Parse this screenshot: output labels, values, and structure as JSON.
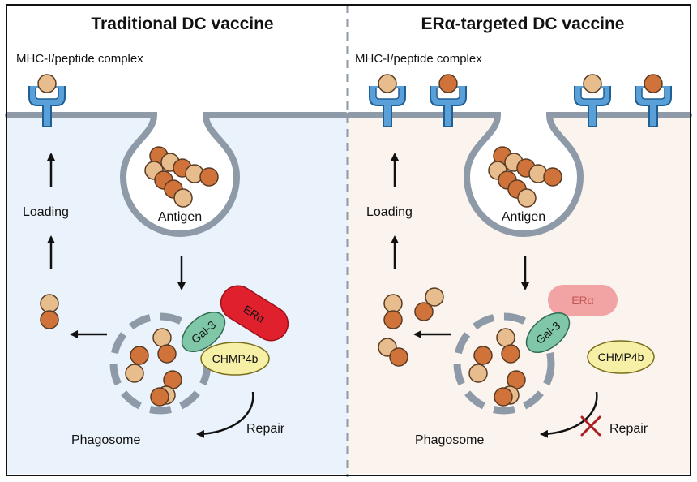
{
  "left_panel": {
    "title": "Traditional DC vaccine",
    "mhc_label": "MHC-I/peptide complex",
    "loading_label": "Loading",
    "antigen_label": "Antigen",
    "phagosome_label": "Phagosome",
    "repair_label": "Repair",
    "gal3_label": "Gal-3",
    "era_label": "ERα",
    "chmp_label": "CHMP4b"
  },
  "right_panel": {
    "title": "ERα-targeted DC vaccine",
    "mhc_label": "MHC-I/peptide complex",
    "loading_label": "Loading",
    "antigen_label": "Antigen",
    "phagosome_label": "Phagosome",
    "repair_label": "Repair",
    "gal3_label": "Gal-3",
    "era_label": "ERα",
    "chmp_label": "CHMP4b"
  },
  "colors": {
    "left_bg": "#eaf3fb",
    "right_bg": "#fbf3ee",
    "membrane": "#8e9aa8",
    "receptor": "#5aa0d8",
    "peptide_light": "#e7bd8d",
    "peptide_dark": "#d0733a",
    "era_active": "#e0212d",
    "era_faded": "#f2a3a3",
    "gal3": "#7fc7a6",
    "chmp": "#f6efa6",
    "block_mark": "#a82020"
  }
}
